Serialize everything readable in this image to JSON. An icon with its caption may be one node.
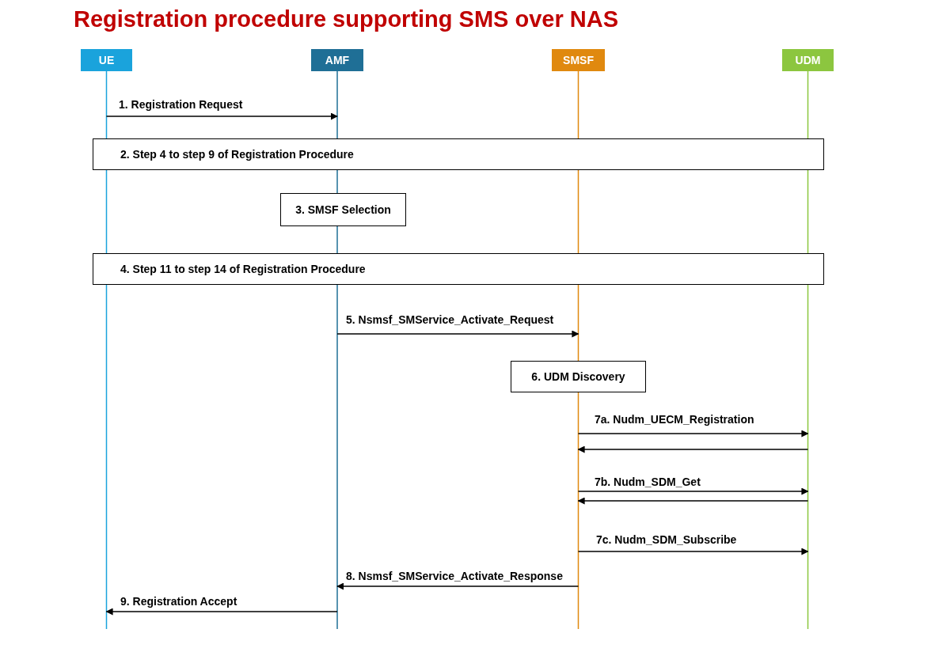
{
  "diagram": {
    "title": "Registration procedure supporting SMS over NAS",
    "nodes": [
      {
        "text": [
          "UE"
        ]
      },
      {
        "text": [
          "AMF"
        ]
      },
      {
        "text": [
          "SMSF"
        ]
      },
      {
        "text": [
          "UDM"
        ]
      },
      {
        "text": [
          "2. Step 4 to step 9 of Registration Procedure"
        ]
      },
      {
        "text": [
          "3. SMSF Selection"
        ]
      },
      {
        "text": [
          "4. Step 11 to step 14 of Registration Procedure"
        ]
      },
      {
        "text": [
          "6. UDM Discovery"
        ]
      }
    ],
    "edges": [
      {
        "from": 0,
        "to": 1,
        "arrow": "to",
        "label": "1. Registration Request"
      },
      {
        "from": 1,
        "to": 2,
        "arrow": "to",
        "label": "5. Nsmsf_SMService_Activate_Request"
      },
      {
        "from": 2,
        "to": 3,
        "arrow": "to",
        "label": "7a. Nudm_UECM_Registration"
      },
      {
        "from": 3,
        "to": 2,
        "arrow": "to"
      },
      {
        "from": 2,
        "to": 3,
        "arrow": "to",
        "label": "7b. Nudm_SDM_Get"
      },
      {
        "from": 3,
        "to": 2,
        "arrow": "to"
      },
      {
        "from": 2,
        "to": 3,
        "arrow": "to",
        "label": "7c. Nudm_SDM_Subscribe"
      },
      {
        "from": 2,
        "to": 1,
        "arrow": "to",
        "label": "8. Nsmsf_SMService_Activate_Response"
      },
      {
        "from": 1,
        "to": 0,
        "arrow": "to",
        "label": "9. Registration Accept"
      }
    ]
  }
}
